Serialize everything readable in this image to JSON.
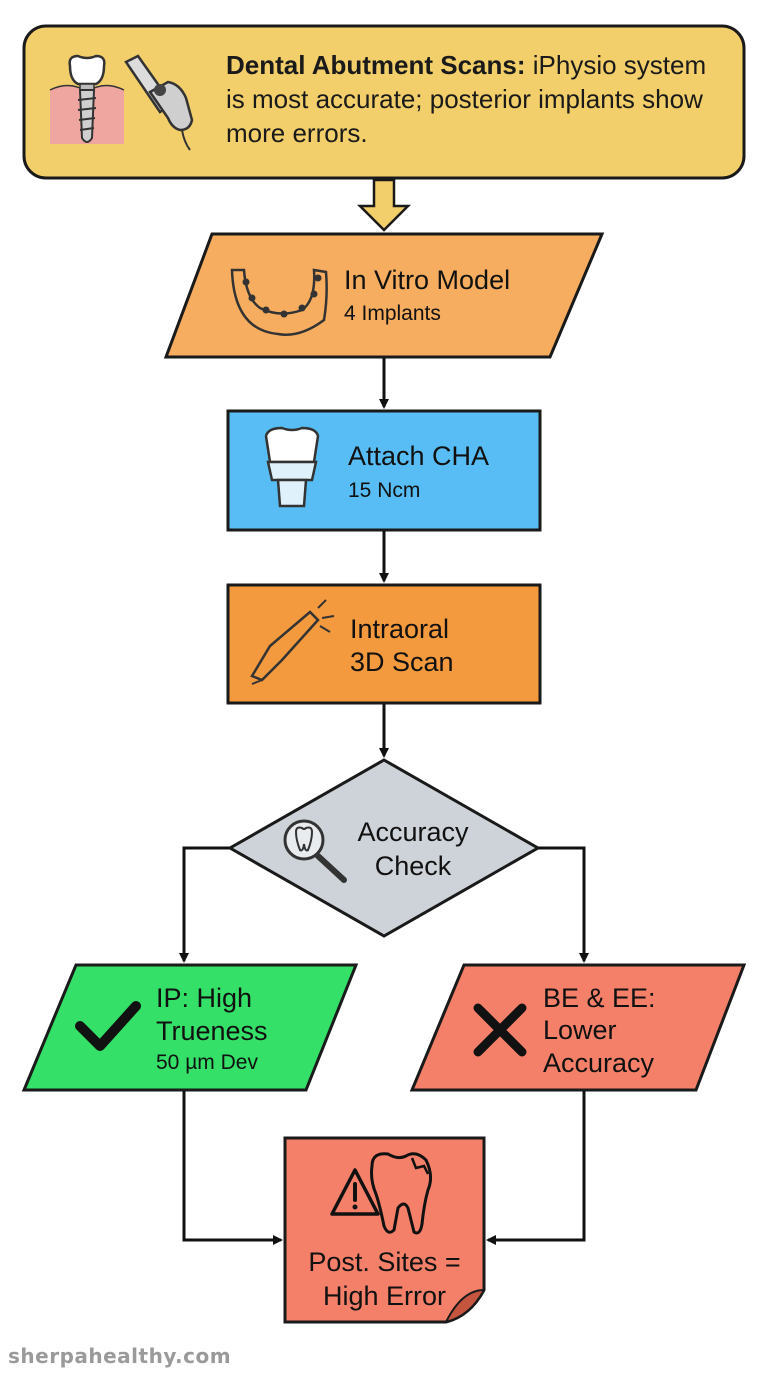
{
  "header": {
    "title_bold": "Dental Abutment Scans:",
    "title_rest": " iPhysio system is most accurate; posterior implants show more errors."
  },
  "steps": {
    "model": {
      "title": "In Vitro Model",
      "sub": "4 Implants"
    },
    "attach": {
      "title": "Attach CHA",
      "sub": "15 Ncm"
    },
    "scan": {
      "line1": "Intraoral",
      "line2": "3D Scan"
    },
    "check": {
      "line1": "Accuracy",
      "line2": "Check"
    }
  },
  "outcomes": {
    "ip": {
      "line1": "IP: High",
      "line2": "Trueness",
      "line3": "50 µm Dev"
    },
    "be": {
      "line1": "BE & EE:",
      "line2": "Lower",
      "line3": "Accuracy"
    }
  },
  "result": {
    "line1": "Post. Sites =",
    "line2": "High Error"
  },
  "watermark": "sherpahealthy.com",
  "colors": {
    "header": "#F2CF6A",
    "model": "#F6AD5F",
    "attach": "#57BDF4",
    "scan": "#F49A3E",
    "check": "#CED3D9",
    "ip": "#34E067",
    "be": "#F4806A",
    "result": "#F4806A"
  }
}
